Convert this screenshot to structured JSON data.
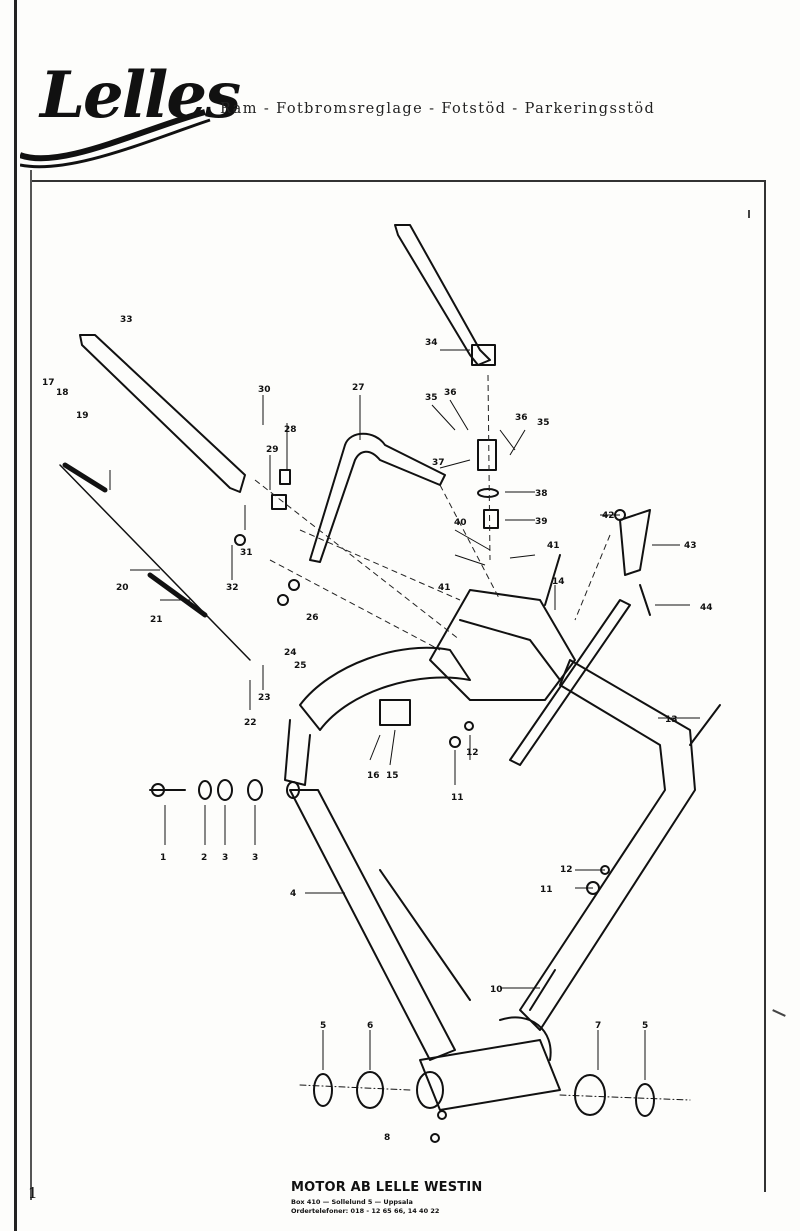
{
  "header": {
    "logo_text": "Lelles",
    "title": "Ram - Fotbromsreglage - Fotstöd - Parkeringsstöd"
  },
  "parts": {
    "labels": [
      "1",
      "2",
      "3",
      "3",
      "4",
      "5",
      "6",
      "7",
      "5",
      "8",
      "10",
      "11",
      "12",
      "11",
      "12",
      "13",
      "14",
      "15",
      "16",
      "17",
      "18",
      "19",
      "20",
      "21",
      "22",
      "23",
      "24",
      "25",
      "26",
      "27",
      "28",
      "29",
      "30",
      "31",
      "32",
      "33",
      "34",
      "35",
      "36",
      "36",
      "35",
      "37",
      "38",
      "39",
      "40",
      "41",
      "41",
      "42",
      "43",
      "44"
    ]
  },
  "footer": {
    "page_number": "1",
    "company": "MOTOR AB LELLE WESTIN",
    "address": "Box 410 — Sollelund 5 — Uppsala",
    "phone": "Ordertelefoner: 018 - 12 65 66, 14 40 22"
  }
}
